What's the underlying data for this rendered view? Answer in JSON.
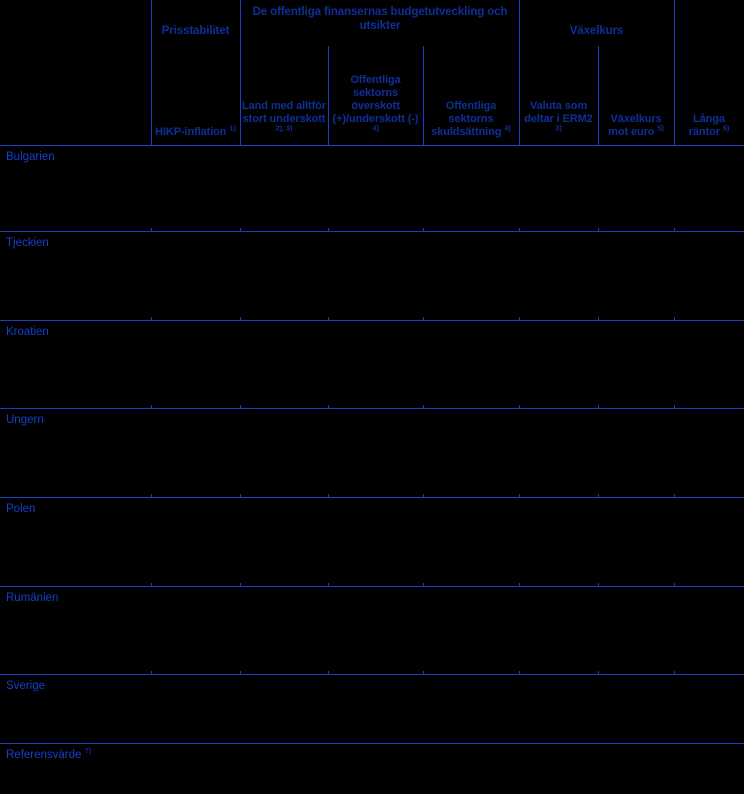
{
  "table": {
    "colors": {
      "background": "#000000",
      "rule": "#1a3fc4",
      "header_text": "#0e2f96",
      "body_text": "#1340c8"
    },
    "header": {
      "groups": [
        {
          "label": "Prisstabilitet"
        },
        {
          "label": "De offentliga finansernas budgetutveckling och utsikter"
        },
        {
          "label": "Växelkurs"
        }
      ],
      "columns": [
        {
          "label": "",
          "note": ""
        },
        {
          "label": "HIKP-inflation",
          "note": "1)"
        },
        {
          "label": "Land med alltför stort underskott",
          "note": "2), 3)"
        },
        {
          "label": "Offentliga sektorns överskott (+)/underskott (-)",
          "note": "4)"
        },
        {
          "label": "Offentliga sektorns skuldsättning",
          "note": "4)"
        },
        {
          "label": "Valuta som deltar i ERM2",
          "note": "3)"
        },
        {
          "label": "Växelkurs mot euro",
          "note": "5)"
        },
        {
          "label": "Långa räntor",
          "note": "6)"
        }
      ]
    },
    "rows": [
      {
        "label": "Bulgarien",
        "values": [
          "",
          "",
          "",
          "",
          "",
          "",
          ""
        ]
      },
      {
        "label": "Tjeckien",
        "values": [
          "",
          "",
          "",
          "",
          "",
          "",
          ""
        ]
      },
      {
        "label": "Kroatien",
        "values": [
          "",
          "",
          "",
          "",
          "",
          "",
          ""
        ]
      },
      {
        "label": "Ungern",
        "values": [
          "",
          "",
          "",
          "",
          "",
          "",
          ""
        ]
      },
      {
        "label": "Polen",
        "values": [
          "",
          "",
          "",
          "",
          "",
          "",
          ""
        ]
      },
      {
        "label": "Rumänien",
        "values": [
          "",
          "",
          "",
          "",
          "",
          "",
          ""
        ]
      },
      {
        "label": "Sverige",
        "values": [
          "",
          "",
          "",
          "",
          "",
          "",
          ""
        ]
      },
      {
        "label": "Referensvärde",
        "note": "7)",
        "values": [
          "",
          "",
          "",
          "",
          "",
          "",
          ""
        ]
      }
    ]
  }
}
